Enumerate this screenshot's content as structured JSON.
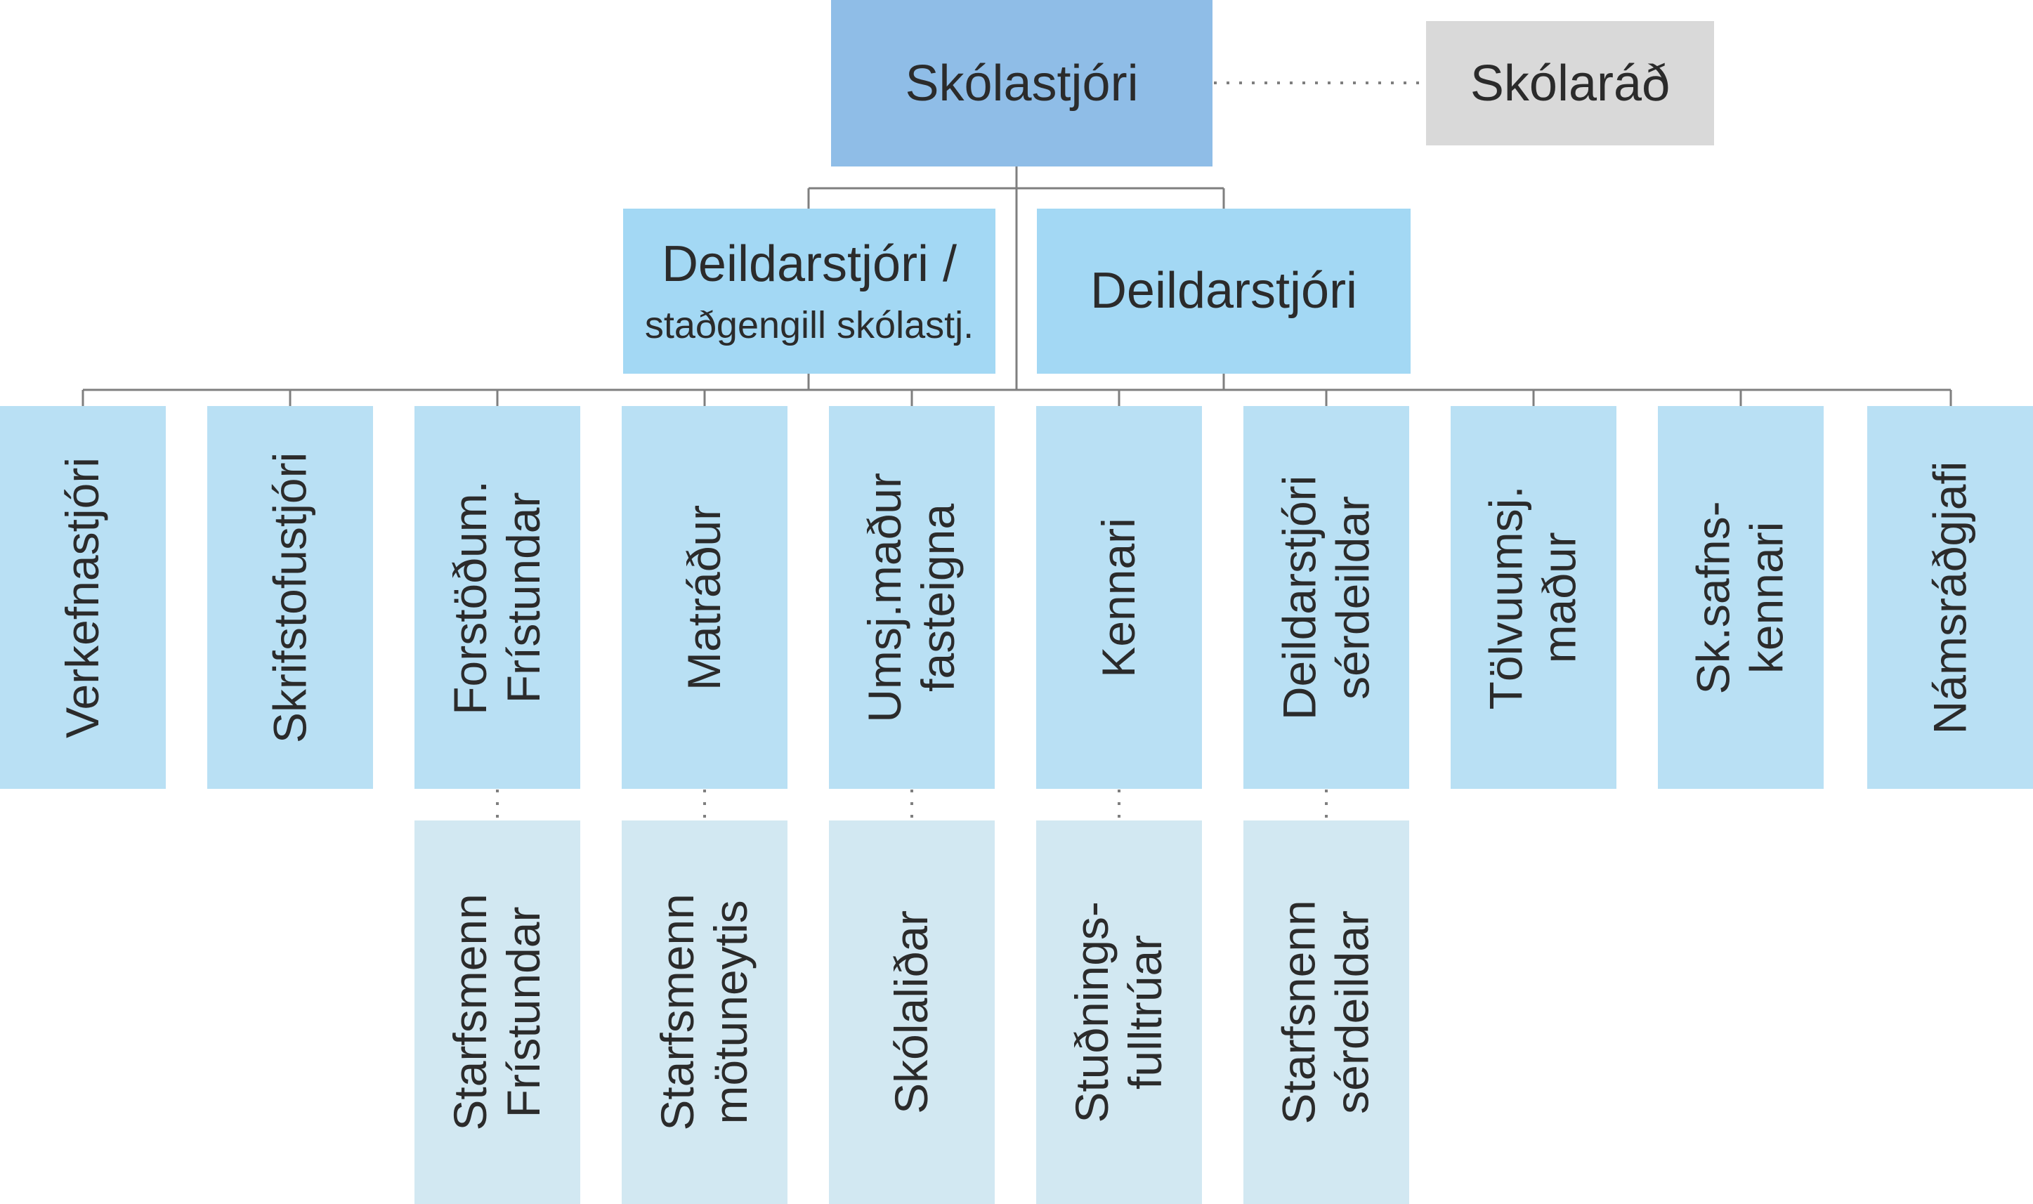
{
  "top": {
    "label": "Skólastjóri"
  },
  "council": {
    "label": "Skólaráð"
  },
  "departments": [
    {
      "line1": "Deildarstjóri /",
      "line2": "staðgengill skólastj."
    },
    {
      "label": "Deildarstjóri"
    }
  ],
  "roles": [
    {
      "lines": [
        "Verkefnastjóri"
      ]
    },
    {
      "lines": [
        "Skrifstofustjóri"
      ]
    },
    {
      "lines": [
        "Forstöðum.",
        "Frístundar"
      ]
    },
    {
      "lines": [
        "Matráður"
      ]
    },
    {
      "lines": [
        "Umsj.maður",
        "fasteigna"
      ]
    },
    {
      "lines": [
        "Kennari"
      ]
    },
    {
      "lines": [
        "Deildarstjóri",
        "sérdeildar"
      ]
    },
    {
      "lines": [
        "Tölvuumsj.",
        "maður"
      ]
    },
    {
      "lines": [
        "Sk.safns-",
        "kennari"
      ]
    },
    {
      "lines": [
        "Námsráðgjafi"
      ]
    }
  ],
  "staff": [
    {
      "lines": [
        "Starfsmenn",
        "Frístundar"
      ]
    },
    {
      "lines": [
        "Starfsmenn",
        "mötuneytis"
      ]
    },
    {
      "lines": [
        "Skólaliðar"
      ]
    },
    {
      "lines": [
        "Stuðnings-",
        "fulltrúar"
      ]
    },
    {
      "lines": [
        "Starfsnenn",
        "sérdeildar"
      ]
    }
  ],
  "colors": {
    "top": "#8fbde7",
    "council": "#d9d9d9",
    "department": "#a3d8f4",
    "role": "#b9e0f4",
    "staff": "#d2e8f2",
    "connector": "#7f7f7f"
  }
}
